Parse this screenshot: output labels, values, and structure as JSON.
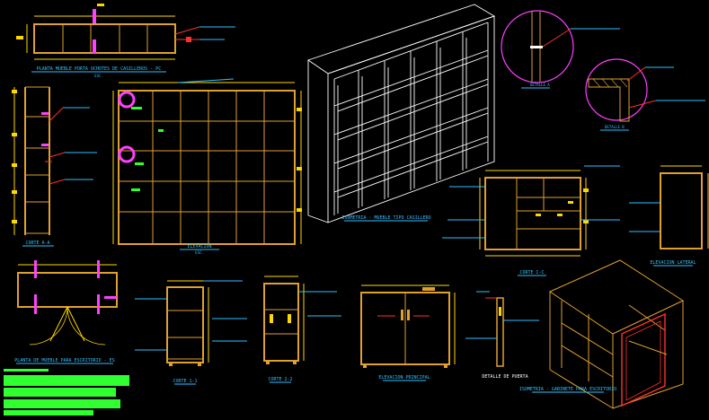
{
  "drawing": {
    "colors": {
      "background": "#000000",
      "furniture": "#e0a030",
      "dimension": "#ffd700",
      "leader": "#ff3030",
      "annotation": "#30c0ff",
      "title": "#30c0ff",
      "construction": "#ffffff",
      "marker": "#ff40ff",
      "highlight": "#30ff30"
    },
    "titles": {
      "top_plan": "PLANTA MUEBLE PORTA OCHOTES DE CASILLEROS - PC",
      "elevation_main": "ELEVACION",
      "section_a": "CORTE A-A",
      "isometric_main": "ISOMETRIA - MUEBLE TIPO CASILLERO",
      "detail_a": "DETALLE A",
      "detail_b": "DETALLE B",
      "section_c": "CORTE C-C",
      "lateral": "ELEVACION LATERAL",
      "plan_b": "PLANTA DE MUEBLE PARA ESCRITORIO - ES",
      "corte_1": "CORTE 1-1",
      "corte_2": "CORTE 2-2",
      "front_elev": "ELEVACION PRINCIPAL",
      "door_detail": "DETALLE DE PUERTA",
      "isometric_b": "ISOMETRIA - GABINETE PARA ESCRITORIO"
    },
    "scales": {
      "s1": "ESC.",
      "s2": "ESC.",
      "s3": "ESC."
    }
  }
}
